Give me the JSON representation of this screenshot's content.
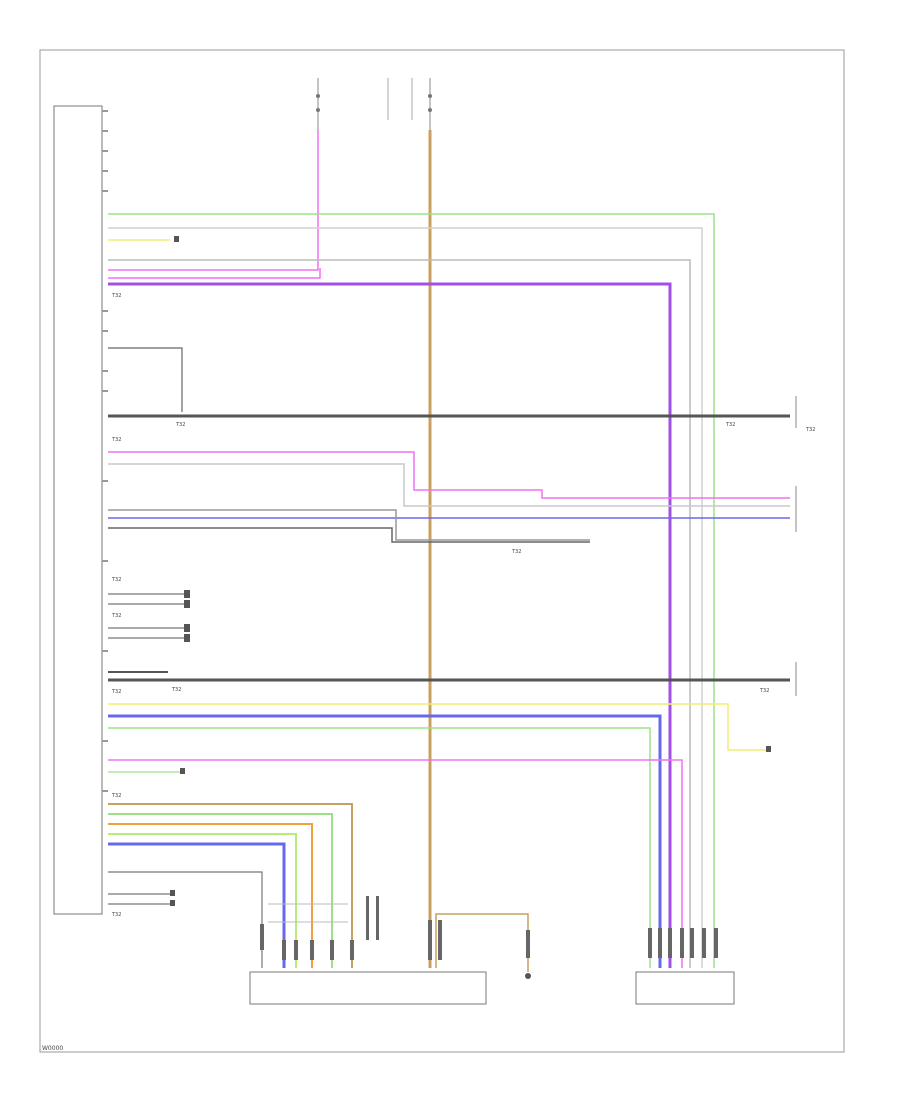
{
  "colors": {
    "green": "#9ee08a",
    "yellow": "#f2ee72",
    "pink": "#f070f0",
    "violet": "#a050e8",
    "blue": "#6868ee",
    "grey": "#b8b8b8",
    "dark": "#555555",
    "brown": "#c8a060",
    "orange": "#f0a040",
    "lime": "#b8ec78"
  },
  "connectors": [
    "T32",
    "T32",
    "T32",
    "T32",
    "T32",
    "T32",
    "T32",
    "T32",
    "T32",
    "T32",
    "T32",
    "T32",
    "T32"
  ],
  "footer_code": "W0000"
}
